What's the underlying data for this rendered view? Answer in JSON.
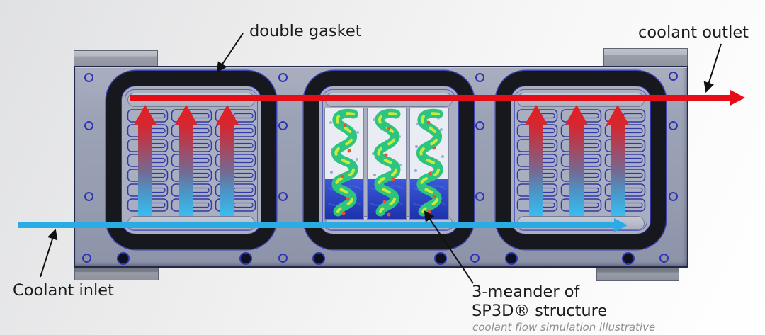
{
  "annotations": {
    "double_gasket": "double gasket",
    "coolant_outlet": "coolant outlet",
    "coolant_inlet": "Coolant inlet",
    "meander_line1": "3-meander of",
    "meander_line2": "SP3D® structure",
    "caption": "coolant flow simulation illustrative"
  },
  "flows": {
    "outlet": {
      "name": "coolant outlet flow",
      "color": "#e50e18",
      "direction": "right"
    },
    "inlet": {
      "name": "coolant inlet flow",
      "color": "#29abe4",
      "direction": "right"
    },
    "cell_thermal_arrows": {
      "count_per_cell": 3,
      "direction": "up",
      "hot_color": "#e41e22",
      "cold_color": "#39bdf0"
    }
  },
  "plate": {
    "cells": [
      {
        "position": "left",
        "type": "channel-field"
      },
      {
        "position": "center",
        "type": "cfd-meander-simulation",
        "meander_count": 3
      },
      {
        "position": "right",
        "type": "channel-field"
      }
    ],
    "colors": {
      "plate_gray": "#9aa0b4",
      "gasket_black": "#17181d",
      "channel_outline_blue": "#3039a4",
      "cfd_green": "#2cc47e",
      "cfd_yellow": "#c8ea3d",
      "cfd_cold_blue": "#2743c4"
    }
  }
}
